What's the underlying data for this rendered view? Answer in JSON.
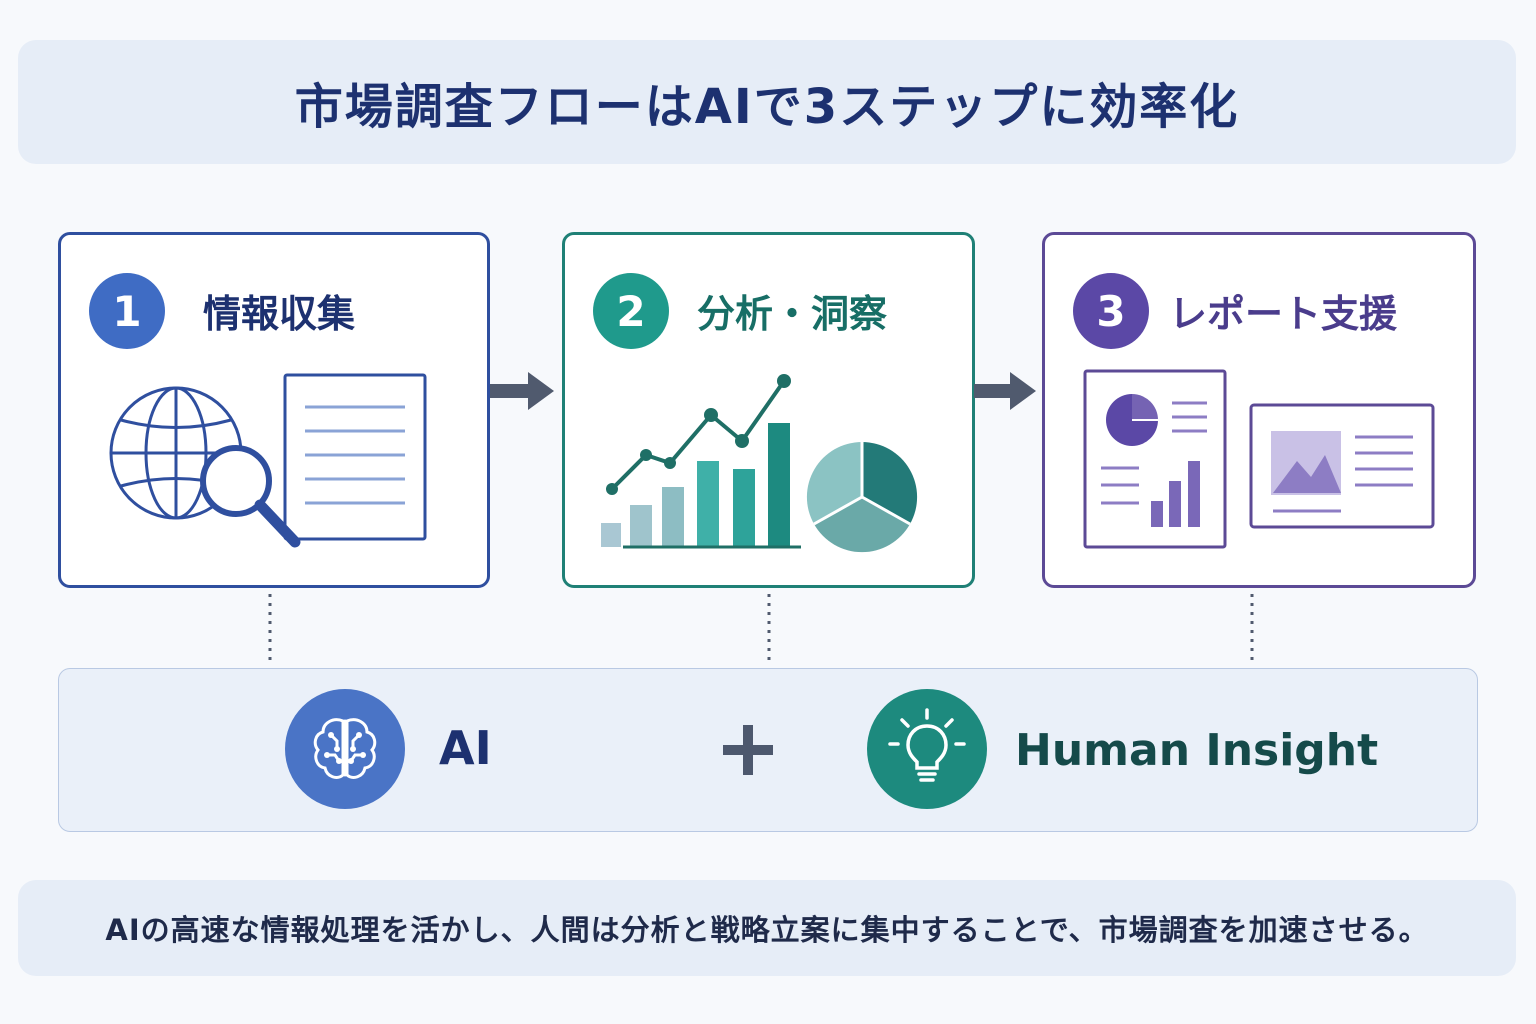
{
  "title": "市場調査フローはAIで3ステップに効率化",
  "steps": [
    {
      "number": "1",
      "label": "情報収集",
      "icon": "globe-search-document-icon",
      "color": "#3f6cc4"
    },
    {
      "number": "2",
      "label": "分析・洞察",
      "icon": "chart-pie-icon",
      "color": "#1f9a8c"
    },
    {
      "number": "3",
      "label": "レポート支援",
      "icon": "report-presentation-icon",
      "color": "#5b48a6"
    }
  ],
  "partners": {
    "ai_label": "AI",
    "ai_icon": "brain-circuit-icon",
    "plus": "+",
    "human_label": "Human Insight",
    "human_icon": "lightbulb-icon"
  },
  "footer": "AIの高速な情報処理を活かし、人間は分析と戦略立案に集中することで、市場調査を加速させる。",
  "colors": {
    "navy": "#1d3170",
    "blue": "#3f6cc4",
    "teal": "#1f9a8c",
    "purple": "#5b48a6"
  }
}
